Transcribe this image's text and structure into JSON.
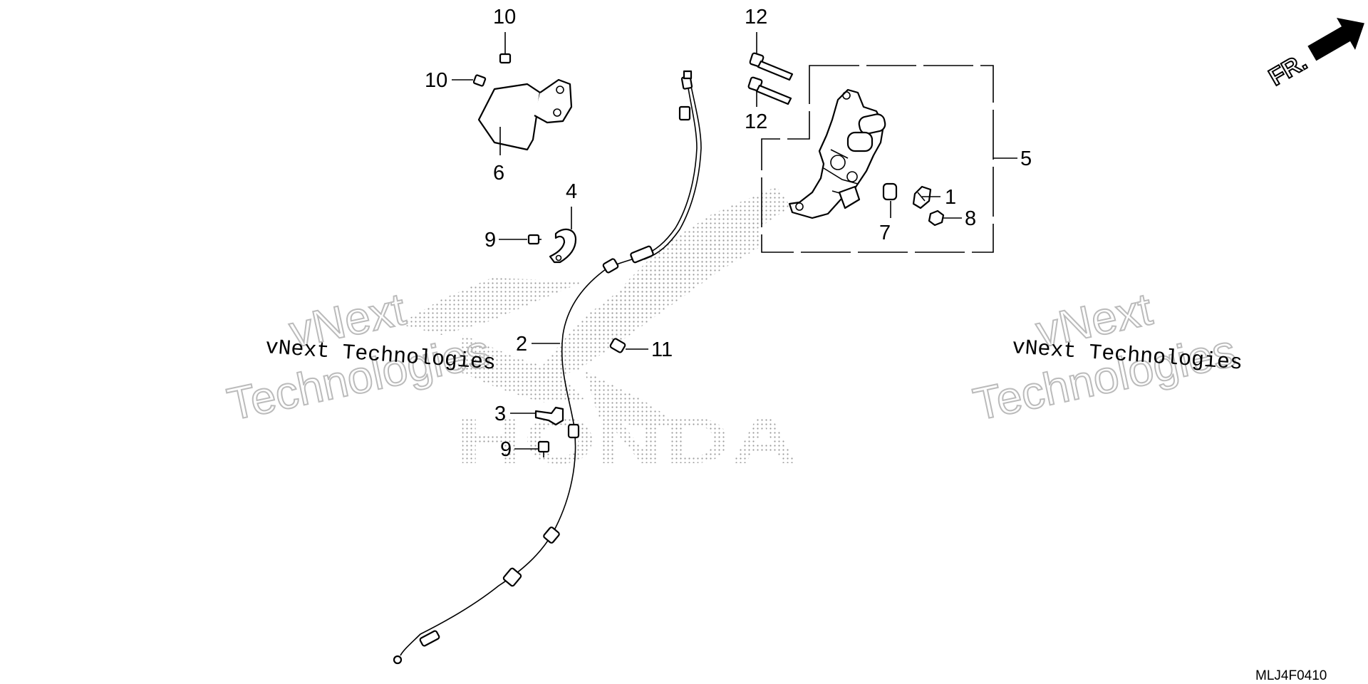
{
  "diagram": {
    "direction_label": "FR.",
    "drawing_code": "MLJ4F0410",
    "watermarks": {
      "small_text": "vNext Technologies",
      "outline_line1": "vNext",
      "outline_line2": "Technologies",
      "background_logo": "HONDA"
    },
    "callouts": [
      {
        "id": "c10a",
        "label": "10"
      },
      {
        "id": "c10b",
        "label": "10"
      },
      {
        "id": "c6",
        "label": "6"
      },
      {
        "id": "c4",
        "label": "4"
      },
      {
        "id": "c9a",
        "label": "9"
      },
      {
        "id": "c12a",
        "label": "12"
      },
      {
        "id": "c12b",
        "label": "12"
      },
      {
        "id": "c5",
        "label": "5"
      },
      {
        "id": "c1",
        "label": "1"
      },
      {
        "id": "c7",
        "label": "7"
      },
      {
        "id": "c8",
        "label": "8"
      },
      {
        "id": "c2",
        "label": "2"
      },
      {
        "id": "c11",
        "label": "11"
      },
      {
        "id": "c3",
        "label": "3"
      },
      {
        "id": "c9b",
        "label": "9"
      }
    ]
  }
}
